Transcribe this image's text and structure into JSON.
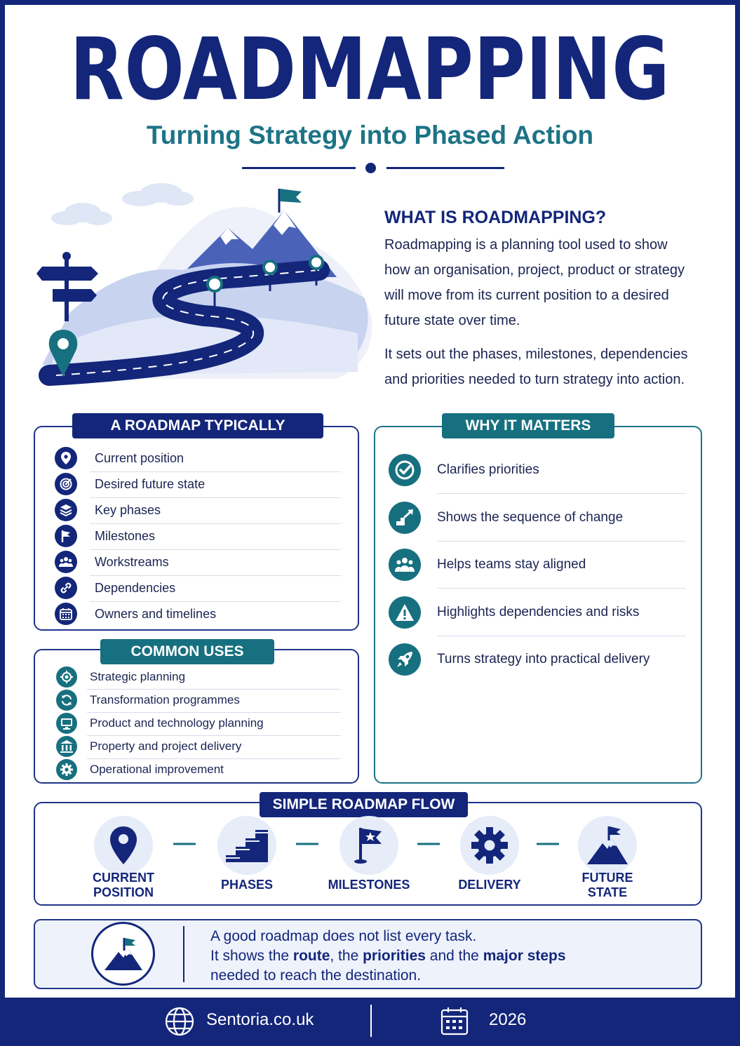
{
  "header": {
    "title": "ROADMAPPING",
    "subtitle": "Turning Strategy into Phased Action"
  },
  "intro": {
    "heading": "WHAT IS ROADMAPPING?",
    "paragraph1": "Roadmapping is a planning tool used to show how an organisation, project, product or strategy will move from its current position to a desired future state over time.",
    "paragraph2": "It sets out the phases, milestones, dependencies and priorities needed to turn strategy into action."
  },
  "includes": {
    "title": "A ROADMAP TYPICALLY INCLUDES",
    "items": [
      {
        "label": "Current position",
        "icon": "map-pin-icon"
      },
      {
        "label": "Desired future state",
        "icon": "target-icon"
      },
      {
        "label": "Key phases",
        "icon": "layers-icon"
      },
      {
        "label": "Milestones",
        "icon": "flag-icon"
      },
      {
        "label": "Workstreams",
        "icon": "people-icon"
      },
      {
        "label": "Dependencies",
        "icon": "link-icon"
      },
      {
        "label": "Owners and timelines",
        "icon": "calendar-icon"
      }
    ]
  },
  "uses": {
    "title": "COMMON USES",
    "items": [
      {
        "label": "Strategic planning",
        "icon": "crosshair-icon"
      },
      {
        "label": "Transformation programmes",
        "icon": "refresh-icon"
      },
      {
        "label": "Product and technology planning",
        "icon": "monitor-icon"
      },
      {
        "label": "Property and project delivery",
        "icon": "building-icon"
      },
      {
        "label": "Operational improvement",
        "icon": "gear-icon"
      }
    ]
  },
  "why": {
    "title": "WHY IT MATTERS",
    "items": [
      {
        "label": "Clarifies priorities",
        "icon": "check-icon"
      },
      {
        "label": "Shows the sequence of change",
        "icon": "steps-arrow-icon"
      },
      {
        "label": "Helps teams stay aligned",
        "icon": "team-icon"
      },
      {
        "label": "Highlights dependencies and risks",
        "icon": "warning-icon"
      },
      {
        "label": "Turns strategy into practical delivery",
        "icon": "rocket-icon"
      }
    ]
  },
  "flow": {
    "title": "SIMPLE ROADMAP FLOW",
    "steps": [
      {
        "line1": "CURRENT",
        "line2": "POSITION",
        "icon": "map-pin-icon"
      },
      {
        "line1": "PHASES",
        "line2": "",
        "icon": "stairs-icon"
      },
      {
        "line1": "MILESTONES",
        "line2": "",
        "icon": "flag-icon"
      },
      {
        "line1": "DELIVERY",
        "line2": "",
        "icon": "gear-icon"
      },
      {
        "line1": "FUTURE",
        "line2": "STATE",
        "icon": "mountain-flag-icon"
      }
    ]
  },
  "quote": {
    "line1": "A good roadmap does not list every task.",
    "line2_a": "It shows the ",
    "line2_b": "route",
    "line2_c": ", the ",
    "line2_d": "priorities",
    "line2_e": " and the ",
    "line2_f": "major steps",
    "line3": "needed to reach the destination."
  },
  "footer": {
    "website": "Sentoria.co.uk",
    "year": "2026"
  },
  "colors": {
    "navy": "#13267a",
    "teal": "#17707f",
    "light_blue": "#e6ecf8"
  }
}
